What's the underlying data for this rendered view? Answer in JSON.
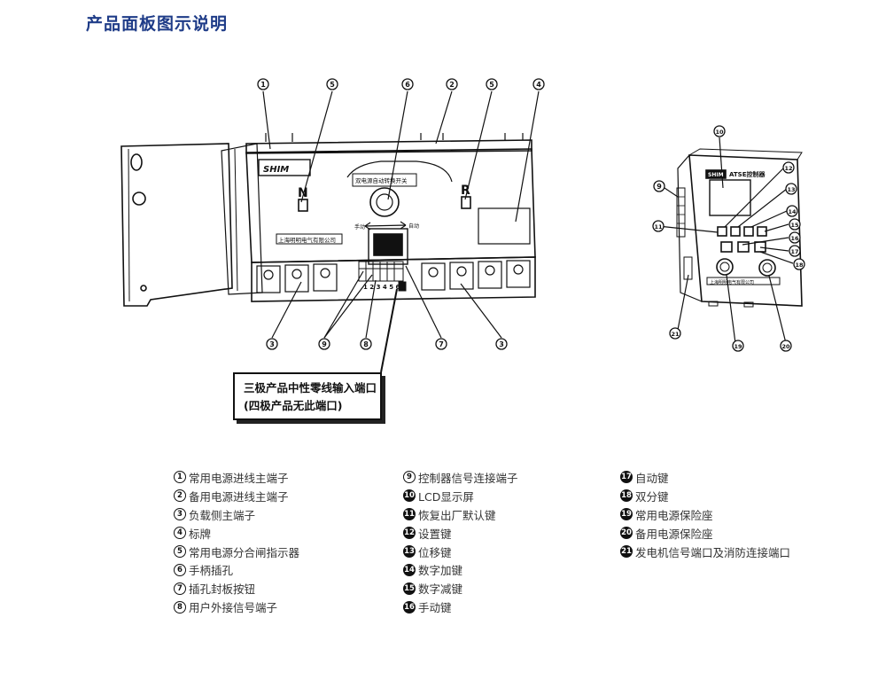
{
  "title": "产品面板图示说明",
  "switch_panel": {
    "brand": "SHIM",
    "function_label": "双电源自动转换开关",
    "left_side_label": "N",
    "right_side_label": "R",
    "manual_label": "手动",
    "auto_label": "自动",
    "company": "上海明明电气有限公司",
    "terminal_digits": "1 2 3 4 5 6"
  },
  "controller": {
    "brand": "SHIM",
    "model": "ATSE控制器",
    "company": "上海明明电气有限公司"
  },
  "callouts": {
    "top": [
      "1",
      "5",
      "6",
      "2",
      "5",
      "4"
    ],
    "bottom": [
      "3",
      "9",
      "8",
      "7",
      "3"
    ],
    "controller": [
      "10",
      "9",
      "12",
      "13",
      "11",
      "14",
      "15",
      "16",
      "17",
      "18",
      "21",
      "19",
      "20"
    ]
  },
  "note": {
    "line1": "三极产品中性零线输入端口",
    "line2": "(四极产品无此端口)"
  },
  "legend": {
    "col1": [
      {
        "num": "1",
        "label": "常用电源进线主端子"
      },
      {
        "num": "2",
        "label": "备用电源进线主端子"
      },
      {
        "num": "3",
        "label": "负载侧主端子"
      },
      {
        "num": "4",
        "label": "标牌"
      },
      {
        "num": "5",
        "label": "常用电源分合闸指示器"
      },
      {
        "num": "6",
        "label": "手柄插孔"
      },
      {
        "num": "7",
        "label": "插孔封板按钮"
      },
      {
        "num": "8",
        "label": "用户外接信号端子"
      }
    ],
    "col2": [
      {
        "num": "9",
        "label": "控制器信号连接端子"
      },
      {
        "num": "10",
        "label": "LCD显示屏"
      },
      {
        "num": "11",
        "label": "恢复出厂默认键"
      },
      {
        "num": "12",
        "label": "设置键"
      },
      {
        "num": "13",
        "label": "位移键"
      },
      {
        "num": "14",
        "label": "数字加键"
      },
      {
        "num": "15",
        "label": "数字减键"
      },
      {
        "num": "16",
        "label": "手动键"
      }
    ],
    "col3": [
      {
        "num": "17",
        "label": "自动键"
      },
      {
        "num": "18",
        "label": "双分键"
      },
      {
        "num": "19",
        "label": "常用电源保险座"
      },
      {
        "num": "20",
        "label": "备用电源保险座"
      },
      {
        "num": "21",
        "label": "发电机信号端口及消防连接端口"
      }
    ]
  }
}
